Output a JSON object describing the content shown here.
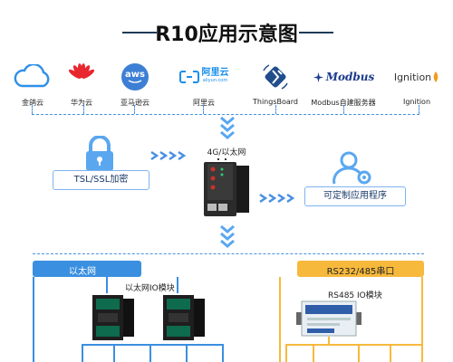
{
  "title": "R10应用示意图",
  "clouds": [
    {
      "label": "金鸽云",
      "icon": "cloud-icon"
    },
    {
      "label": "华为云",
      "icon": "huawei-logo-icon"
    },
    {
      "label": "亚马逊云",
      "icon": "aws-logo-icon",
      "logo_text": "aws"
    },
    {
      "label": "阿里云",
      "icon": "aliyun-logo-icon",
      "logo_text": "阿里云",
      "logo_sub": "aliyun.com"
    },
    {
      "label": "ThingsBoard",
      "icon": "thingsboard-logo-icon"
    },
    {
      "label": "Modbus自建服务器",
      "icon": "modbus-logo-icon",
      "logo_text": "Modbus"
    },
    {
      "label": "Ignition",
      "icon": "ignition-logo-icon",
      "logo_text": "Ignition"
    }
  ],
  "security": {
    "label": "TSL/SSL加密",
    "icon": "lock-icon"
  },
  "network": {
    "label": "4G/以太网"
  },
  "app": {
    "label": "可定制应用程序",
    "icon": "user-settings-icon"
  },
  "ethernet": {
    "label": "以太网",
    "io_label": "以太网IO模块"
  },
  "serial": {
    "label": "RS232/485串口",
    "io_label": "RS485 IO模块"
  },
  "colors": {
    "accent_blue": "#3a8fe0",
    "accent_orange": "#f7b93c",
    "title_dark": "#1f3a5a"
  }
}
